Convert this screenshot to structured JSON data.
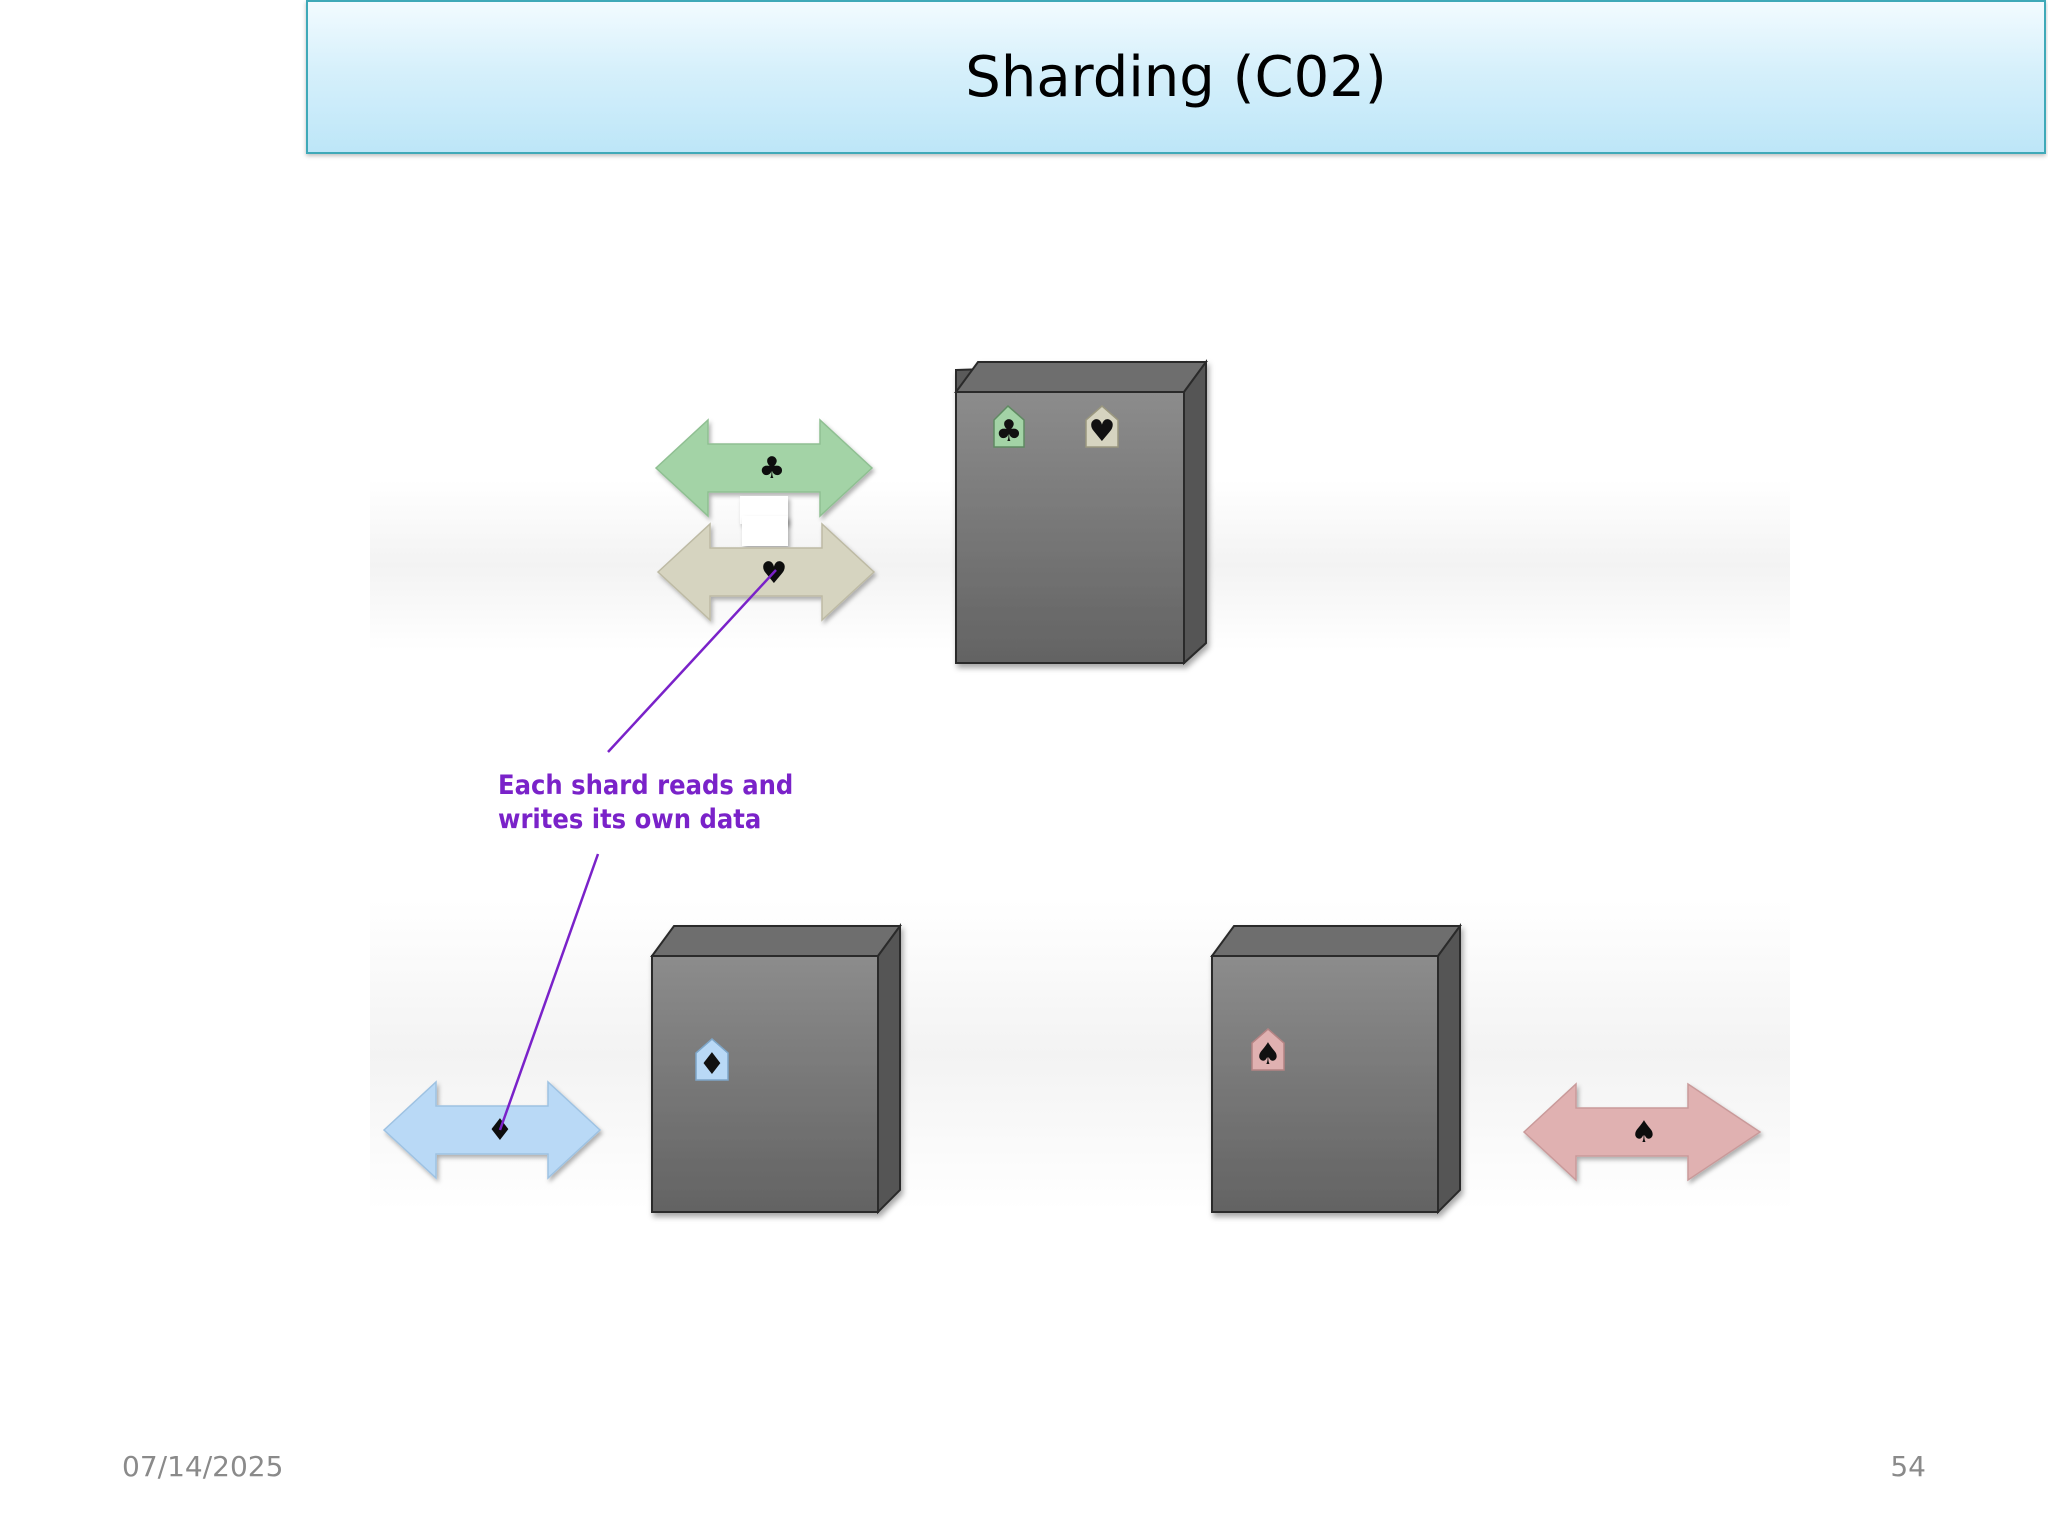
{
  "slide": {
    "title": "Sharding (C02)",
    "date": "07/14/2025",
    "page_number": "54"
  },
  "diagram": {
    "annotation_line1": "Each shard reads and",
    "annotation_line2": "writes its own data",
    "suits": {
      "club": "♣",
      "heart": "♥",
      "diamond": "♦",
      "spade": "♠"
    },
    "colors": {
      "club": "#a3d3a6",
      "heart": "#d6d4c0",
      "diamond": "#b9d9f6",
      "spade": "#e0b1b1",
      "server_face": "#7a7a7a",
      "annotation": "#7a22c9"
    }
  }
}
